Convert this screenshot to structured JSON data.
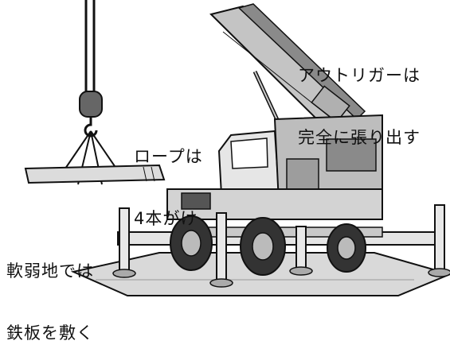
{
  "captions": {
    "outrigger": {
      "line1": "アウトリガーは",
      "line2": "完全に張り出す"
    },
    "rope": {
      "line1": "ロープは",
      "line2": "4本がけ"
    },
    "soft_ground": {
      "line1": "軟弱地では",
      "line2": "鉄板を敷く"
    }
  },
  "colors": {
    "ink": "#111111",
    "gray": "#b9b9b9",
    "light_gray": "#d9d9d9",
    "dark": "#4a4a4a",
    "paper": "#ffffff"
  }
}
